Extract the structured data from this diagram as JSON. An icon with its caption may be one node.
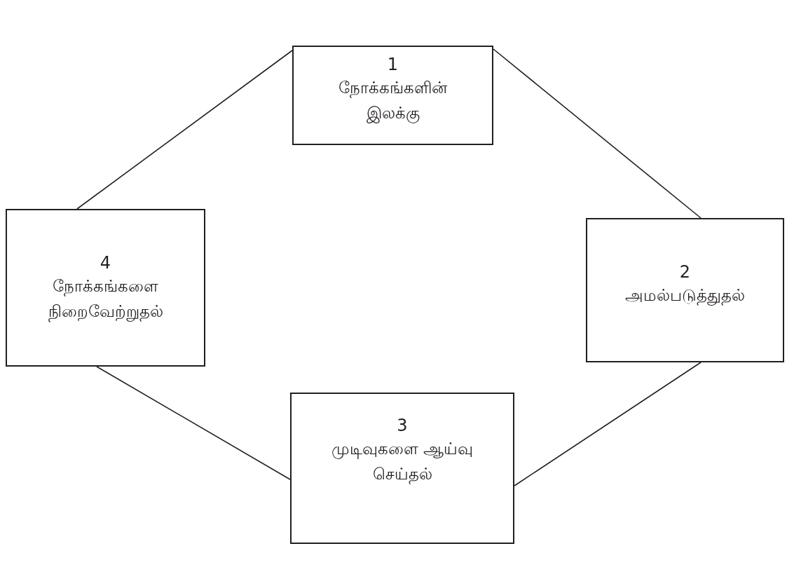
{
  "diagram": {
    "nodes": [
      {
        "text": [
          "1",
          "நோக்கங்களின் இலக்கு"
        ]
      },
      {
        "text": [
          "2",
          "அமல்படுத்துதல்"
        ]
      },
      {
        "text": [
          "3",
          "முடிவுகளை ஆய்வு செய்தல்"
        ]
      },
      {
        "text": [
          "4",
          "நோக்கங்களை நிறைவேற்றுதல்"
        ]
      }
    ],
    "edges": [
      {
        "from": 0,
        "to": 1,
        "arrow": "none"
      },
      {
        "from": 1,
        "to": 2,
        "arrow": "none"
      },
      {
        "from": 2,
        "to": 3,
        "arrow": "none"
      },
      {
        "from": 3,
        "to": 0,
        "arrow": "none"
      }
    ]
  }
}
